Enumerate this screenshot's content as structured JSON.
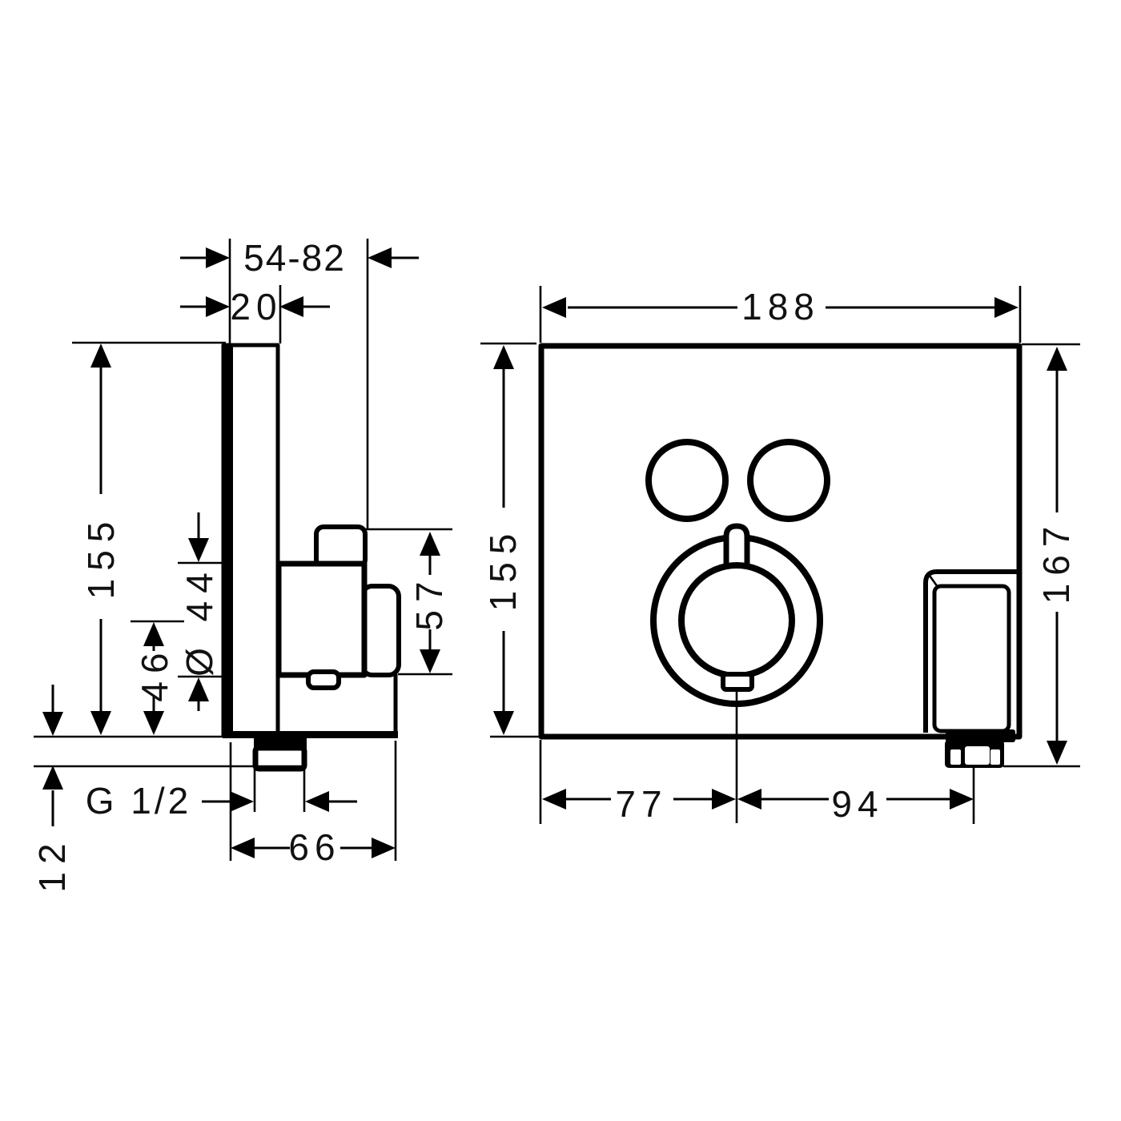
{
  "side_view": {
    "depth_range": "54-82",
    "plate_thickness": "20",
    "plate_height": "155",
    "dial_diameter": "Ø 44",
    "dial_center_from_bottom": "46",
    "handle_height": "57",
    "thread_size": "G 1/2",
    "outlet_protrusion": "12",
    "total_depth": "66"
  },
  "front_view": {
    "plate_width": "188",
    "plate_height": "155",
    "total_height": "167",
    "dial_center_from_left": "77",
    "outlet_from_center": "94"
  }
}
